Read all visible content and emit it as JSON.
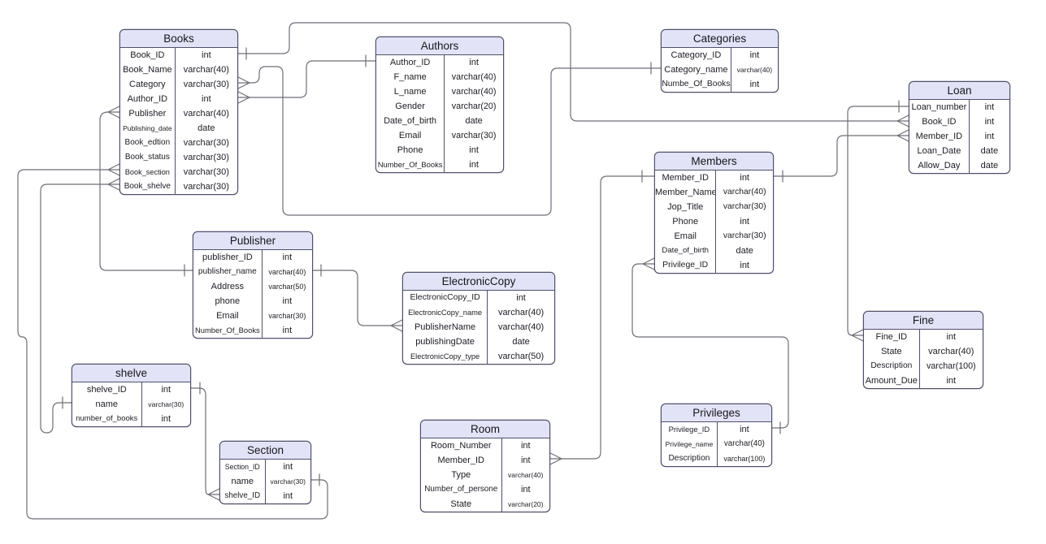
{
  "diagram": {
    "type": "entity-relationship",
    "background": "#ffffff",
    "colors": {
      "header_fill": "#e3e3f7",
      "entity_border": "#50506b",
      "connector": "#6e6e78",
      "text": "#1c1c24"
    },
    "notation": {
      "one_marker": "single-tick",
      "many_marker": "crows-foot"
    }
  },
  "tables": [
    {
      "title": "Books",
      "fields": [
        {
          "name": "Book_ID",
          "type": "int"
        },
        {
          "name": "Book_Name",
          "type": "varchar(40)"
        },
        {
          "name": "Category",
          "type": "varchar(30)"
        },
        {
          "name": "Author_ID",
          "type": "int"
        },
        {
          "name": "Publisher",
          "type": "varchar(40)"
        },
        {
          "name": "Publishing_date",
          "type": "date"
        },
        {
          "name": "Book_edtion",
          "type": "varchar(30)"
        },
        {
          "name": "Book_status",
          "type": "varchar(30)"
        },
        {
          "name": "Book_section",
          "type": "varchar(30)"
        },
        {
          "name": "Book_shelve",
          "type": "varchar(30)"
        }
      ]
    },
    {
      "title": "Authors",
      "fields": [
        {
          "name": "Author_ID",
          "type": "int"
        },
        {
          "name": "F_name",
          "type": "varchar(40)"
        },
        {
          "name": "L_name",
          "type": "varchar(40)"
        },
        {
          "name": "Gender",
          "type": "varchar(20)"
        },
        {
          "name": "Date_of_birth",
          "type": "date"
        },
        {
          "name": "Email",
          "type": "varchar(30)"
        },
        {
          "name": "Phone",
          "type": "int"
        },
        {
          "name": "Number_Of_Books",
          "type": "int"
        }
      ]
    },
    {
      "title": "Categories",
      "fields": [
        {
          "name": "Category_ID",
          "type": "int"
        },
        {
          "name": "Category_name",
          "type": "varchar(40)"
        },
        {
          "name": "Numbe_Of_Books",
          "type": "int"
        }
      ]
    },
    {
      "title": "Loan",
      "fields": [
        {
          "name": "Loan_number",
          "type": "int"
        },
        {
          "name": "Book_ID",
          "type": "int"
        },
        {
          "name": "Member_ID",
          "type": "int"
        },
        {
          "name": "Loan_Date",
          "type": "date"
        },
        {
          "name": "Allow_Day",
          "type": "date"
        }
      ]
    },
    {
      "title": "Members",
      "fields": [
        {
          "name": "Member_ID",
          "type": "int"
        },
        {
          "name": "Member_Name",
          "type": "varchar(40)"
        },
        {
          "name": "Jop_Title",
          "type": "varchar(30)"
        },
        {
          "name": "Phone",
          "type": "int"
        },
        {
          "name": "Email",
          "type": "varchar(30)"
        },
        {
          "name": "Date_of_birth",
          "type": "date"
        },
        {
          "name": "Privilege_ID",
          "type": "int"
        }
      ]
    },
    {
      "title": "Publisher",
      "fields": [
        {
          "name": "publisher_ID",
          "type": "int"
        },
        {
          "name": "publisher_name",
          "type": "varchar(40)"
        },
        {
          "name": "Address",
          "type": "varchar(50)"
        },
        {
          "name": "phone",
          "type": "int"
        },
        {
          "name": "Email",
          "type": "varchar(30)"
        },
        {
          "name": "Number_Of_Books",
          "type": "int"
        }
      ]
    },
    {
      "title": "ElectronicCopy",
      "fields": [
        {
          "name": "ElectronicCopy_ID",
          "type": "int"
        },
        {
          "name": "ElectronicCopy_name",
          "type": "varchar(40)"
        },
        {
          "name": "PublisherName",
          "type": "varchar(40)"
        },
        {
          "name": "publishingDate",
          "type": "date"
        },
        {
          "name": "ElectronicCopy_type",
          "type": "varchar(50)"
        }
      ]
    },
    {
      "title": "Fine",
      "fields": [
        {
          "name": "Fine_ID",
          "type": "int"
        },
        {
          "name": "State",
          "type": "varchar(40)"
        },
        {
          "name": "Description",
          "type": "varchar(100)"
        },
        {
          "name": "Amount_Due",
          "type": "int"
        }
      ]
    },
    {
      "title": "shelve",
      "fields": [
        {
          "name": "shelve_ID",
          "type": "int"
        },
        {
          "name": "name",
          "type": "varchar(30)"
        },
        {
          "name": "number_of_books",
          "type": "int"
        }
      ]
    },
    {
      "title": "Section",
      "fields": [
        {
          "name": "Section_ID",
          "type": "int"
        },
        {
          "name": "name",
          "type": "varchar(30)"
        },
        {
          "name": "shelve_ID",
          "type": "int"
        }
      ]
    },
    {
      "title": "Room",
      "fields": [
        {
          "name": "Room_Number",
          "type": "int"
        },
        {
          "name": "Member_ID",
          "type": "int"
        },
        {
          "name": "Type",
          "type": "varchar(40)"
        },
        {
          "name": "Number_of_persone",
          "type": "int"
        },
        {
          "name": "State",
          "type": "varchar(20)"
        }
      ]
    },
    {
      "title": "Privileges",
      "fields": [
        {
          "name": "Privilege_ID",
          "type": "int"
        },
        {
          "name": "Privilege_name",
          "type": "varchar(40)"
        },
        {
          "name": "Description",
          "type": "varchar(100)"
        }
      ]
    }
  ],
  "relationships": [
    {
      "one": "Books.Book_ID",
      "many": "Loan.Book_ID"
    },
    {
      "one": "Categories.Category_name",
      "many": "Books.Category"
    },
    {
      "one": "Authors.Author_ID",
      "many": "Books.Author_ID"
    },
    {
      "one": "Publisher.publisher_name",
      "many": "Books.Publisher"
    },
    {
      "one": "Section.name",
      "many": "Books.Book_section"
    },
    {
      "one": "shelve.name",
      "many": "Books.Book_shelve"
    },
    {
      "one": "Publisher.publisher_name",
      "many": "ElectronicCopy.PublisherName"
    },
    {
      "one": "shelve.shelve_ID",
      "many": "Section.shelve_ID"
    },
    {
      "one": "Members.Member_ID",
      "many": "Loan.Member_ID"
    },
    {
      "one": "Loan.Loan_number",
      "many": "Fine.Fine_ID"
    },
    {
      "one": "Members.Member_ID",
      "many": "Room.Member_ID"
    },
    {
      "one": "Privileges.Privilege_ID",
      "many": "Members.Privilege_ID"
    }
  ]
}
